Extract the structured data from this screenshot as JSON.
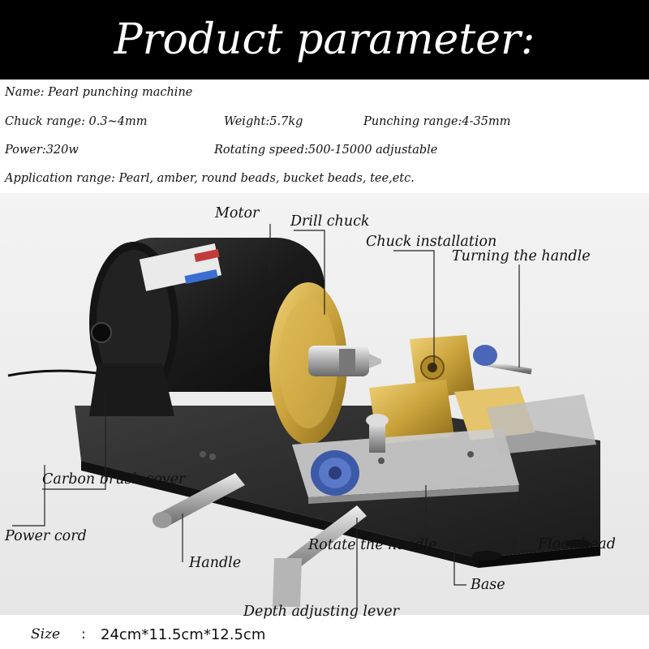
{
  "banner": {
    "title": "Product parameter:"
  },
  "specs": {
    "name": "Name: Pearl punching machine",
    "chuck_range": "Chuck range: 0.3~4mm",
    "weight": "Weight:5.7kg",
    "punching_range": "Punching range:4-35mm",
    "power": "Power:320w",
    "rotating_speed": "Rotating speed:500-15000 adjustable",
    "application": "Application range: Pearl, amber, round beads, bucket beads, tee,etc."
  },
  "labels": {
    "motor": "Motor",
    "drill_chuck": "Drill chuck",
    "chuck_installation": "Chuck installation",
    "turning_handle": "Turning the handle",
    "carbon_brush_cover": "Carbon brush cover",
    "power_cord": "Power cord",
    "handle": "Handle",
    "rotate_handle": "Rotate the handle",
    "floor_bead": "Floor bead",
    "base": "Base",
    "depth_lever": "Depth adjusting lever"
  },
  "size": {
    "label": "Size",
    "colon": ":",
    "value": "24cm*11.5cm*12.5cm"
  },
  "colors": {
    "banner_bg": "#000000",
    "motor_body": "#1b1b1b",
    "brass": "#c9a23a",
    "knob_blue": "#4a66b8",
    "base_plate": "#2a2a2a"
  }
}
